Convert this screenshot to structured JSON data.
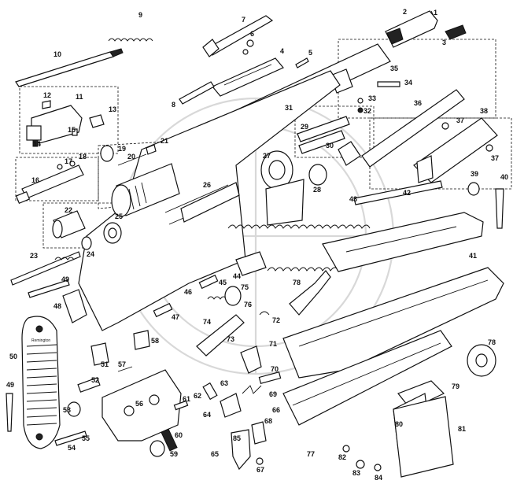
{
  "diagram": {
    "parts": [
      {
        "id": "p1",
        "label": "1"
      },
      {
        "id": "p2",
        "label": "2"
      },
      {
        "id": "p3",
        "label": "3"
      },
      {
        "id": "p4",
        "label": "4"
      },
      {
        "id": "p5",
        "label": "5"
      },
      {
        "id": "p6",
        "label": "6"
      },
      {
        "id": "p7",
        "label": "7"
      },
      {
        "id": "p8",
        "label": "8"
      },
      {
        "id": "p9",
        "label": "9"
      },
      {
        "id": "p10",
        "label": "10"
      },
      {
        "id": "p11",
        "label": "11"
      },
      {
        "id": "p12",
        "label": "12"
      },
      {
        "id": "p13",
        "label": "13"
      },
      {
        "id": "p14",
        "label": "14"
      },
      {
        "id": "p15",
        "label": "15"
      },
      {
        "id": "p16",
        "label": "16"
      },
      {
        "id": "p17",
        "label": "17"
      },
      {
        "id": "p18",
        "label": "18"
      },
      {
        "id": "p19",
        "label": "19"
      },
      {
        "id": "p20",
        "label": "20"
      },
      {
        "id": "p21",
        "label": "21"
      },
      {
        "id": "p22",
        "label": "22"
      },
      {
        "id": "p23",
        "label": "23"
      },
      {
        "id": "p24",
        "label": "24"
      },
      {
        "id": "p25",
        "label": "25"
      },
      {
        "id": "p26",
        "label": "26"
      },
      {
        "id": "p27",
        "label": "27"
      },
      {
        "id": "p28",
        "label": "28"
      },
      {
        "id": "p29",
        "label": "29"
      },
      {
        "id": "p30",
        "label": "30"
      },
      {
        "id": "p31",
        "label": "31"
      },
      {
        "id": "p32",
        "label": "32"
      },
      {
        "id": "p33",
        "label": "33"
      },
      {
        "id": "p34",
        "label": "34"
      },
      {
        "id": "p35",
        "label": "35"
      },
      {
        "id": "p36",
        "label": "36"
      },
      {
        "id": "p37a",
        "label": "37"
      },
      {
        "id": "p37b",
        "label": "37"
      },
      {
        "id": "p38",
        "label": "38"
      },
      {
        "id": "p39",
        "label": "39"
      },
      {
        "id": "p40",
        "label": "40"
      },
      {
        "id": "p41",
        "label": "41"
      },
      {
        "id": "p42",
        "label": "42"
      },
      {
        "id": "p43",
        "label": "43"
      },
      {
        "id": "p44",
        "label": "44"
      },
      {
        "id": "p45",
        "label": "45"
      },
      {
        "id": "p46",
        "label": "46"
      },
      {
        "id": "p47",
        "label": "47"
      },
      {
        "id": "p48",
        "label": "48"
      },
      {
        "id": "p49a",
        "label": "49"
      },
      {
        "id": "p49b",
        "label": "49"
      },
      {
        "id": "p50",
        "label": "50"
      },
      {
        "id": "p51",
        "label": "51"
      },
      {
        "id": "p52",
        "label": "52"
      },
      {
        "id": "p53",
        "label": "53"
      },
      {
        "id": "p54",
        "label": "54"
      },
      {
        "id": "p55",
        "label": "55"
      },
      {
        "id": "p56",
        "label": "56"
      },
      {
        "id": "p57",
        "label": "57"
      },
      {
        "id": "p58",
        "label": "58"
      },
      {
        "id": "p59",
        "label": "59"
      },
      {
        "id": "p60",
        "label": "60"
      },
      {
        "id": "p61",
        "label": "61"
      },
      {
        "id": "p62",
        "label": "62"
      },
      {
        "id": "p63",
        "label": "63"
      },
      {
        "id": "p64",
        "label": "64"
      },
      {
        "id": "p65",
        "label": "65"
      },
      {
        "id": "p66",
        "label": "66"
      },
      {
        "id": "p67",
        "label": "67"
      },
      {
        "id": "p68",
        "label": "68"
      },
      {
        "id": "p69",
        "label": "69"
      },
      {
        "id": "p70",
        "label": "70"
      },
      {
        "id": "p71",
        "label": "71"
      },
      {
        "id": "p72",
        "label": "72"
      },
      {
        "id": "p73",
        "label": "73"
      },
      {
        "id": "p74",
        "label": "74"
      },
      {
        "id": "p75",
        "label": "75"
      },
      {
        "id": "p76",
        "label": "76"
      },
      {
        "id": "p77",
        "label": "77"
      },
      {
        "id": "p78a",
        "label": "78"
      },
      {
        "id": "p78b",
        "label": "78"
      },
      {
        "id": "p79",
        "label": "79"
      },
      {
        "id": "p80",
        "label": "80"
      },
      {
        "id": "p81",
        "label": "81"
      },
      {
        "id": "p82",
        "label": "82"
      },
      {
        "id": "p83",
        "label": "83"
      },
      {
        "id": "p84",
        "label": "84"
      },
      {
        "id": "p85",
        "label": "85"
      }
    ],
    "buttplate_logo_text": "Remington"
  }
}
